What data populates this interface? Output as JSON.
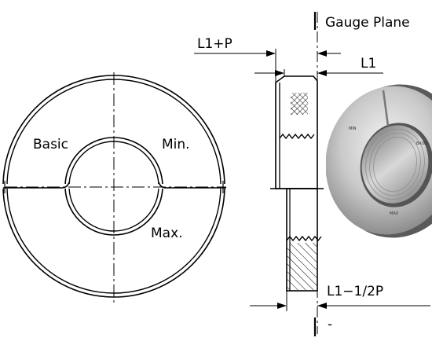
{
  "front_view": {
    "label_basic": "Basic",
    "label_min": "Min.",
    "label_max": "Max."
  },
  "section_view": {
    "label_gauge_plane": "Gauge Plane",
    "label_l1_plus_p": "L1+P",
    "label_l1": "L1",
    "label_l1_minus_half_p": "L1−1/2P",
    "bottom_mark": "-"
  },
  "photo": {
    "mark_min": "MIN",
    "mark_basic": "BASIC",
    "mark_max": "MAX"
  }
}
